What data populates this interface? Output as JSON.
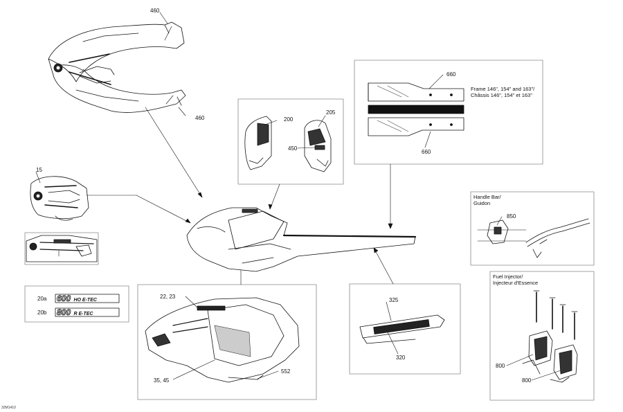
{
  "callouts": {
    "c460_top": "460",
    "c460_bottom": "460",
    "c15": "15",
    "c200": "200",
    "c205": "205",
    "c450": "450",
    "c660_top": "660",
    "c660_bottom": "660",
    "c850": "850",
    "c22_23": "22, 23",
    "c35_45": "35, 45",
    "c552": "552",
    "c325": "325",
    "c320": "320",
    "c800_top": "800",
    "c800_bottom": "800",
    "c20a": "20a",
    "c20b": "20b"
  },
  "notes": {
    "frame": "Frame 146\", 154\" and 163\"/\nChâssis 146\", 154\" et 163\"",
    "handle_bar": "Handle Bar/\nGuidon",
    "fuel_injector": "Fuel Injector/\nInjecteur d'Essence"
  },
  "decals": {
    "d600": "600",
    "d600_suffix": "HO E-TEC",
    "d800": "800",
    "d800_suffix": "R E-TEC"
  },
  "drawing_code": "32M1410",
  "colors": {
    "line": "#111111",
    "box": "#888888",
    "fill": "#ffffff"
  }
}
